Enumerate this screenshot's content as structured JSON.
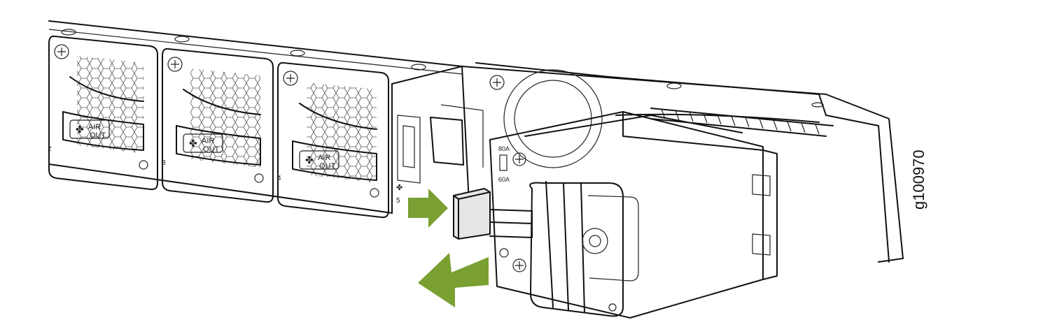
{
  "fans": [
    {
      "slot": "2",
      "line1": "AIR",
      "line2": "OUT"
    },
    {
      "slot": "3",
      "line1": "AIR",
      "line2": "OUT"
    },
    {
      "slot": "4",
      "line1": "AIR",
      "line2": "OUT"
    }
  ],
  "psu_slot_label": "5",
  "rating_labels": {
    "top": "80A",
    "bottom": "60A"
  },
  "figure_id": "g100970",
  "colors": {
    "arrow": "#7aa032",
    "line": "#111111",
    "latch": "#e6e6e6"
  }
}
